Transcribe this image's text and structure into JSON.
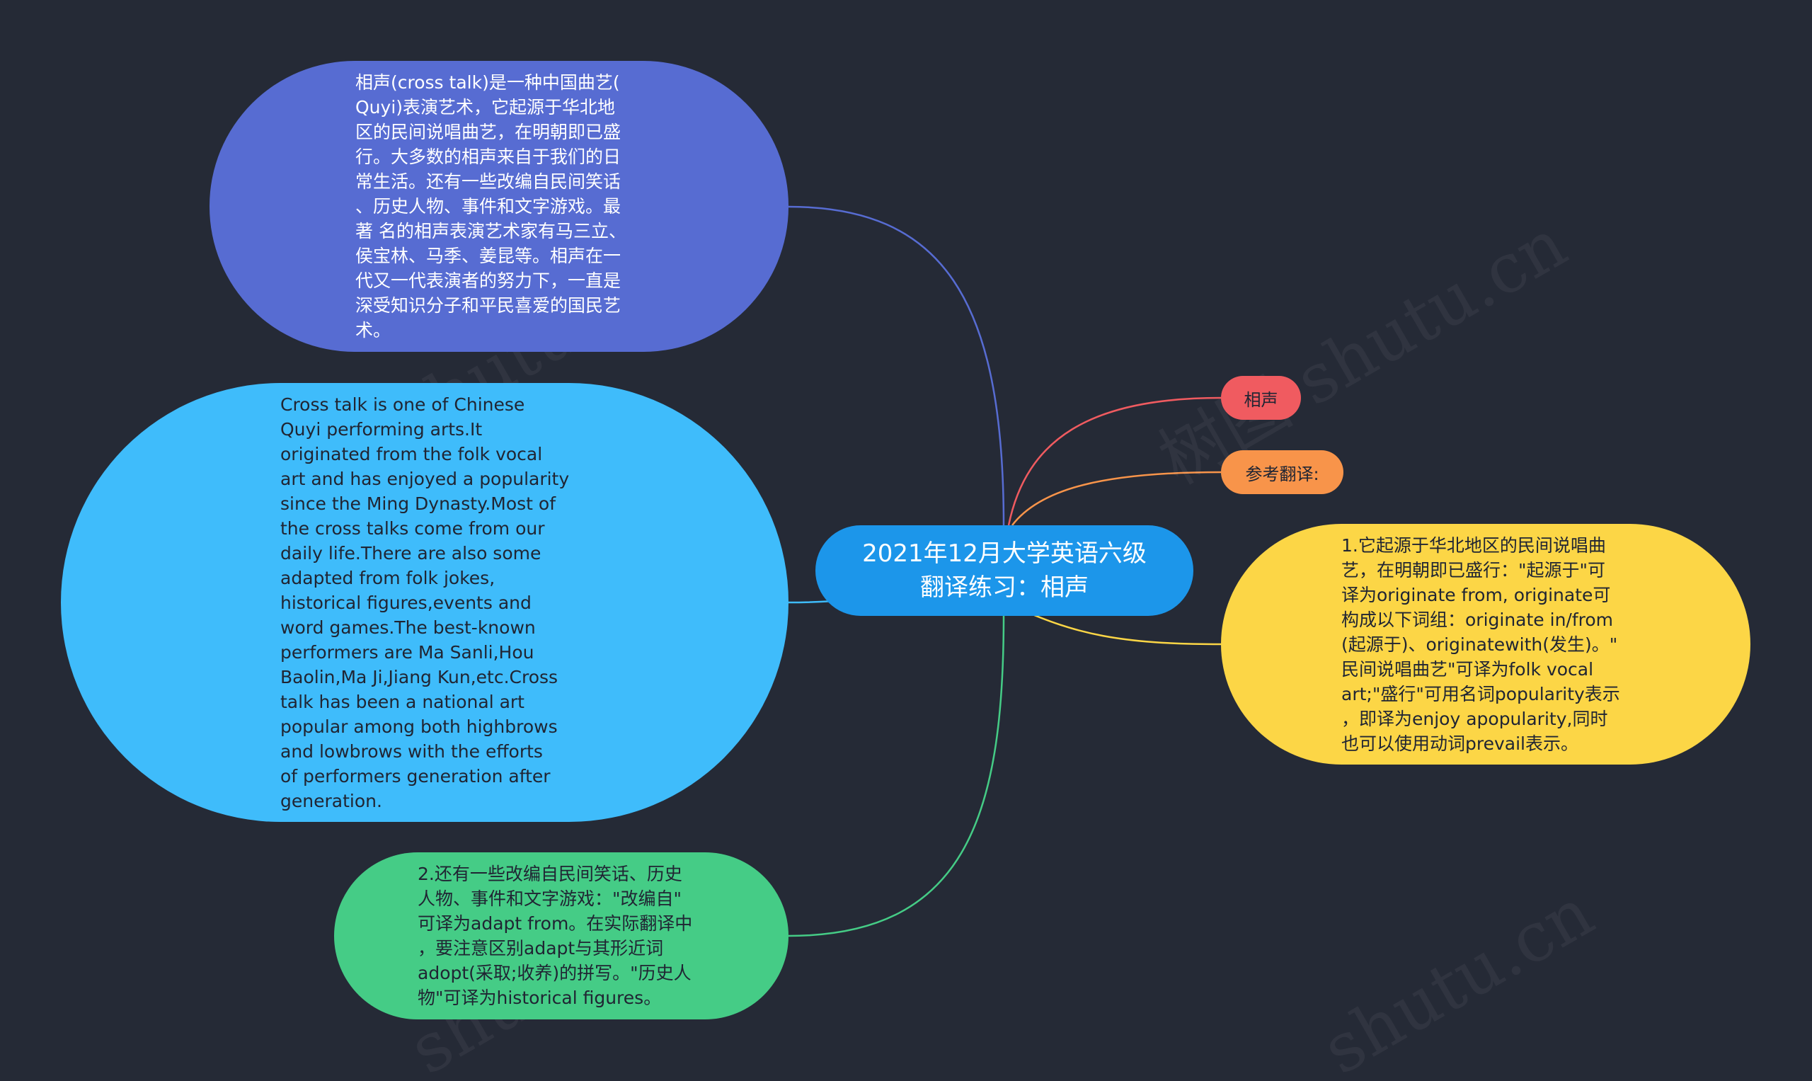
{
  "root": {
    "label": "2021年12月大学英语六级\n翻译练习：相声",
    "color": "#1c96ea"
  },
  "nodes": {
    "topic_cn": {
      "text": "相声(cross talk)是一种中国曲艺(\nQuyi)表演艺术，它起源于华北地\n区的民间说唱曲艺，在明朝即已盛\n行。大多数的相声来自于我们的日\n常生活。还有一些改编自民间笑话\n、历史人物、事件和文字游戏。最\n著 名的相声表演艺术家有马三立、\n侯宝林、马季、姜昆等。相声在一\n代又一代表演者的努力下，一直是\n深受知识分子和平民喜爱的国民艺\n术。",
      "color": "#576cd2"
    },
    "topic_en": {
      "text": "Cross talk is one of Chinese\nQuyi performing arts.It\noriginated from the folk vocal\nart and has enjoyed a popularity\n since the Ming Dynasty.Most of\n the cross talks come from our\ndaily life.There are also some\nadapted from folk jokes,\nhistorical figures,events and\nword games.The best-known\nperformers are Ma Sanli,Hou\nBaolin,Ma Ji,Jiang Kun,etc.Cross\ntalk has been a national art\npopular among both highbrows\n and lowbrows with the efforts\nof performers generation after\ngeneration.",
      "color": "#3fbcfb"
    },
    "note_2": {
      "text": "2.还有一些改编自民间笑话、历史\n人物、事件和文字游戏：\"改编自\"\n可译为adapt from。在实际翻译中\n，要注意区别adapt与其形近词\nadopt(采取;收养)的拼写。\"历史人\n物\"可译为historical figures。",
      "color": "#45cc86"
    },
    "tag_xiangsheng": {
      "text": "相声",
      "color": "#f05b60"
    },
    "tag_ref": {
      "text": "参考翻译:",
      "color": "#f8944a"
    },
    "note_1": {
      "text": "1.它起源于华北地区的民间说唱曲\n艺，在明朝即已盛行：\"起源于\"可\n译为originate from, originate可\n构成以下词组：originate in/from\n(起源于)、originatewith(发生)。\"\n民间说唱曲艺\"可译为folk vocal\nart;\"盛行\"可用名词popularity表示\n，即译为enjoy apopularity,同时\n也可以使用动词prevail表示。",
      "color": "#fcd646"
    }
  },
  "connectors": {
    "topic_cn": "#576cd2",
    "topic_en": "#3fbcfb",
    "note_2": "#45cc86",
    "tag_xiangsheng": "#f05b60",
    "tag_ref": "#f8944a",
    "note_1": "#fcd646"
  },
  "background": "#252a36"
}
